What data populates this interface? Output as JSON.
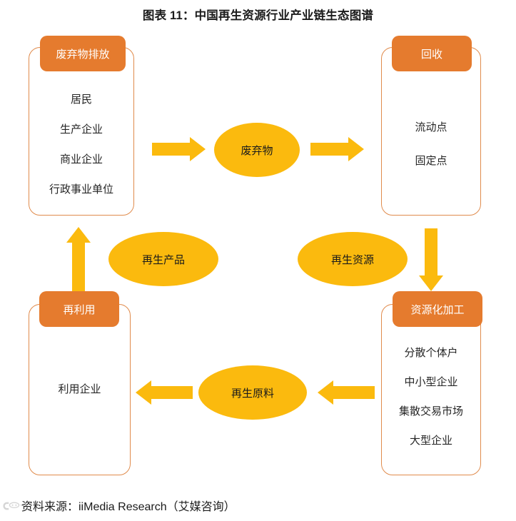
{
  "title": "图表 11：中国再生资源行业产业链生态图谱",
  "colors": {
    "header_orange": "#E57B2E",
    "box_border": "#E08B4C",
    "ellipse_yellow": "#FBBA0E",
    "arrow_yellow": "#FBBA0E",
    "text_dark": "#262626",
    "background": "#FFFFFF"
  },
  "nodes": [
    {
      "id": "waste-discharge",
      "header": "废弃物排放",
      "items": [
        "居民",
        "生产企业",
        "商业企业",
        "行政事业单位"
      ]
    },
    {
      "id": "recycling",
      "header": "回收",
      "items": [
        "流动点",
        "固定点"
      ]
    },
    {
      "id": "resource-processing",
      "header": "资源化加工",
      "items": [
        "分散个体户",
        "中小型企业",
        "集散交易市场",
        "大型企业"
      ]
    },
    {
      "id": "reuse",
      "header": "再利用",
      "items": [
        "利用企业"
      ]
    }
  ],
  "flows": [
    {
      "id": "waste",
      "label": "废弃物"
    },
    {
      "id": "recycled-resource",
      "label": "再生资源"
    },
    {
      "id": "recycled-material",
      "label": "再生原料"
    },
    {
      "id": "recycled-product",
      "label": "再生产品"
    }
  ],
  "arrows": [
    {
      "id": "arrow-discharge-to-waste",
      "direction": "right"
    },
    {
      "id": "arrow-waste-to-recycling",
      "direction": "right"
    },
    {
      "id": "arrow-recycling-to-processing",
      "direction": "down"
    },
    {
      "id": "arrow-processing-to-material",
      "direction": "left"
    },
    {
      "id": "arrow-material-to-reuse",
      "direction": "left"
    },
    {
      "id": "arrow-reuse-to-discharge",
      "direction": "up"
    }
  ],
  "footer": {
    "source": "资料来源：iiMedia Research（艾媒咨询）"
  }
}
